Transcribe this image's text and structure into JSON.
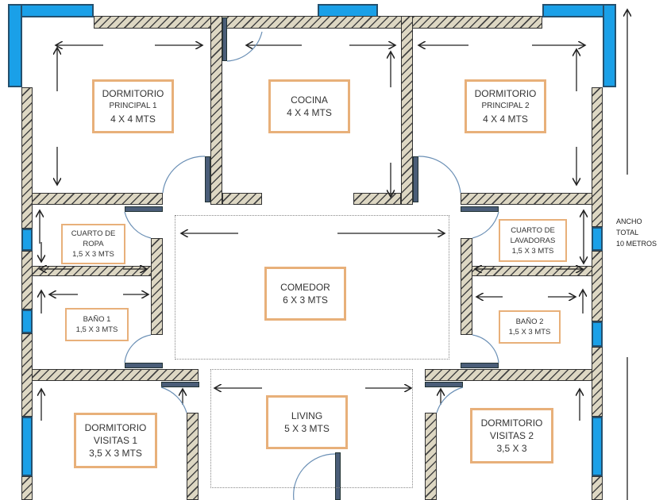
{
  "rooms": [
    {
      "name": "DORMITORIO",
      "sub": "PRINCIPAL 1",
      "size": "4 X 4 MTS"
    },
    {
      "name": "COCINA",
      "size": "4 X 4 MTS"
    },
    {
      "name": "DORMITORIO",
      "sub": "PRINCIPAL 2",
      "size": "4 X 4 MTS"
    },
    {
      "name": "CUARTO DE",
      "sub": "ROPA",
      "size": "1,5 X 3 MTS"
    },
    {
      "name": "CUARTO DE",
      "sub": "LAVADORAS",
      "size": "1,5 X 3 MTS"
    },
    {
      "name": "BAÑO 1",
      "size": "1,5 X  3 MTS"
    },
    {
      "name": "BAÑO 2",
      "size": "1,5 X 3 MTS"
    },
    {
      "name": "COMEDOR",
      "size": "6 X 3 MTS"
    },
    {
      "name": "DORMITORIO",
      "sub": "VISITAS 1",
      "size": "3,5 X 3 MTS"
    },
    {
      "name": "LIVING",
      "size": "5 X 3 MTS"
    },
    {
      "name": "DORMITORIO",
      "sub": "VISITAS 2",
      "size": "3,5 X 3"
    }
  ],
  "dimension": {
    "line1": "ANCHO",
    "line2": "TOTAL",
    "line3": "10 METROS"
  },
  "colors": {
    "window": "#1aa0e8",
    "label_border": "#e8b07a"
  }
}
